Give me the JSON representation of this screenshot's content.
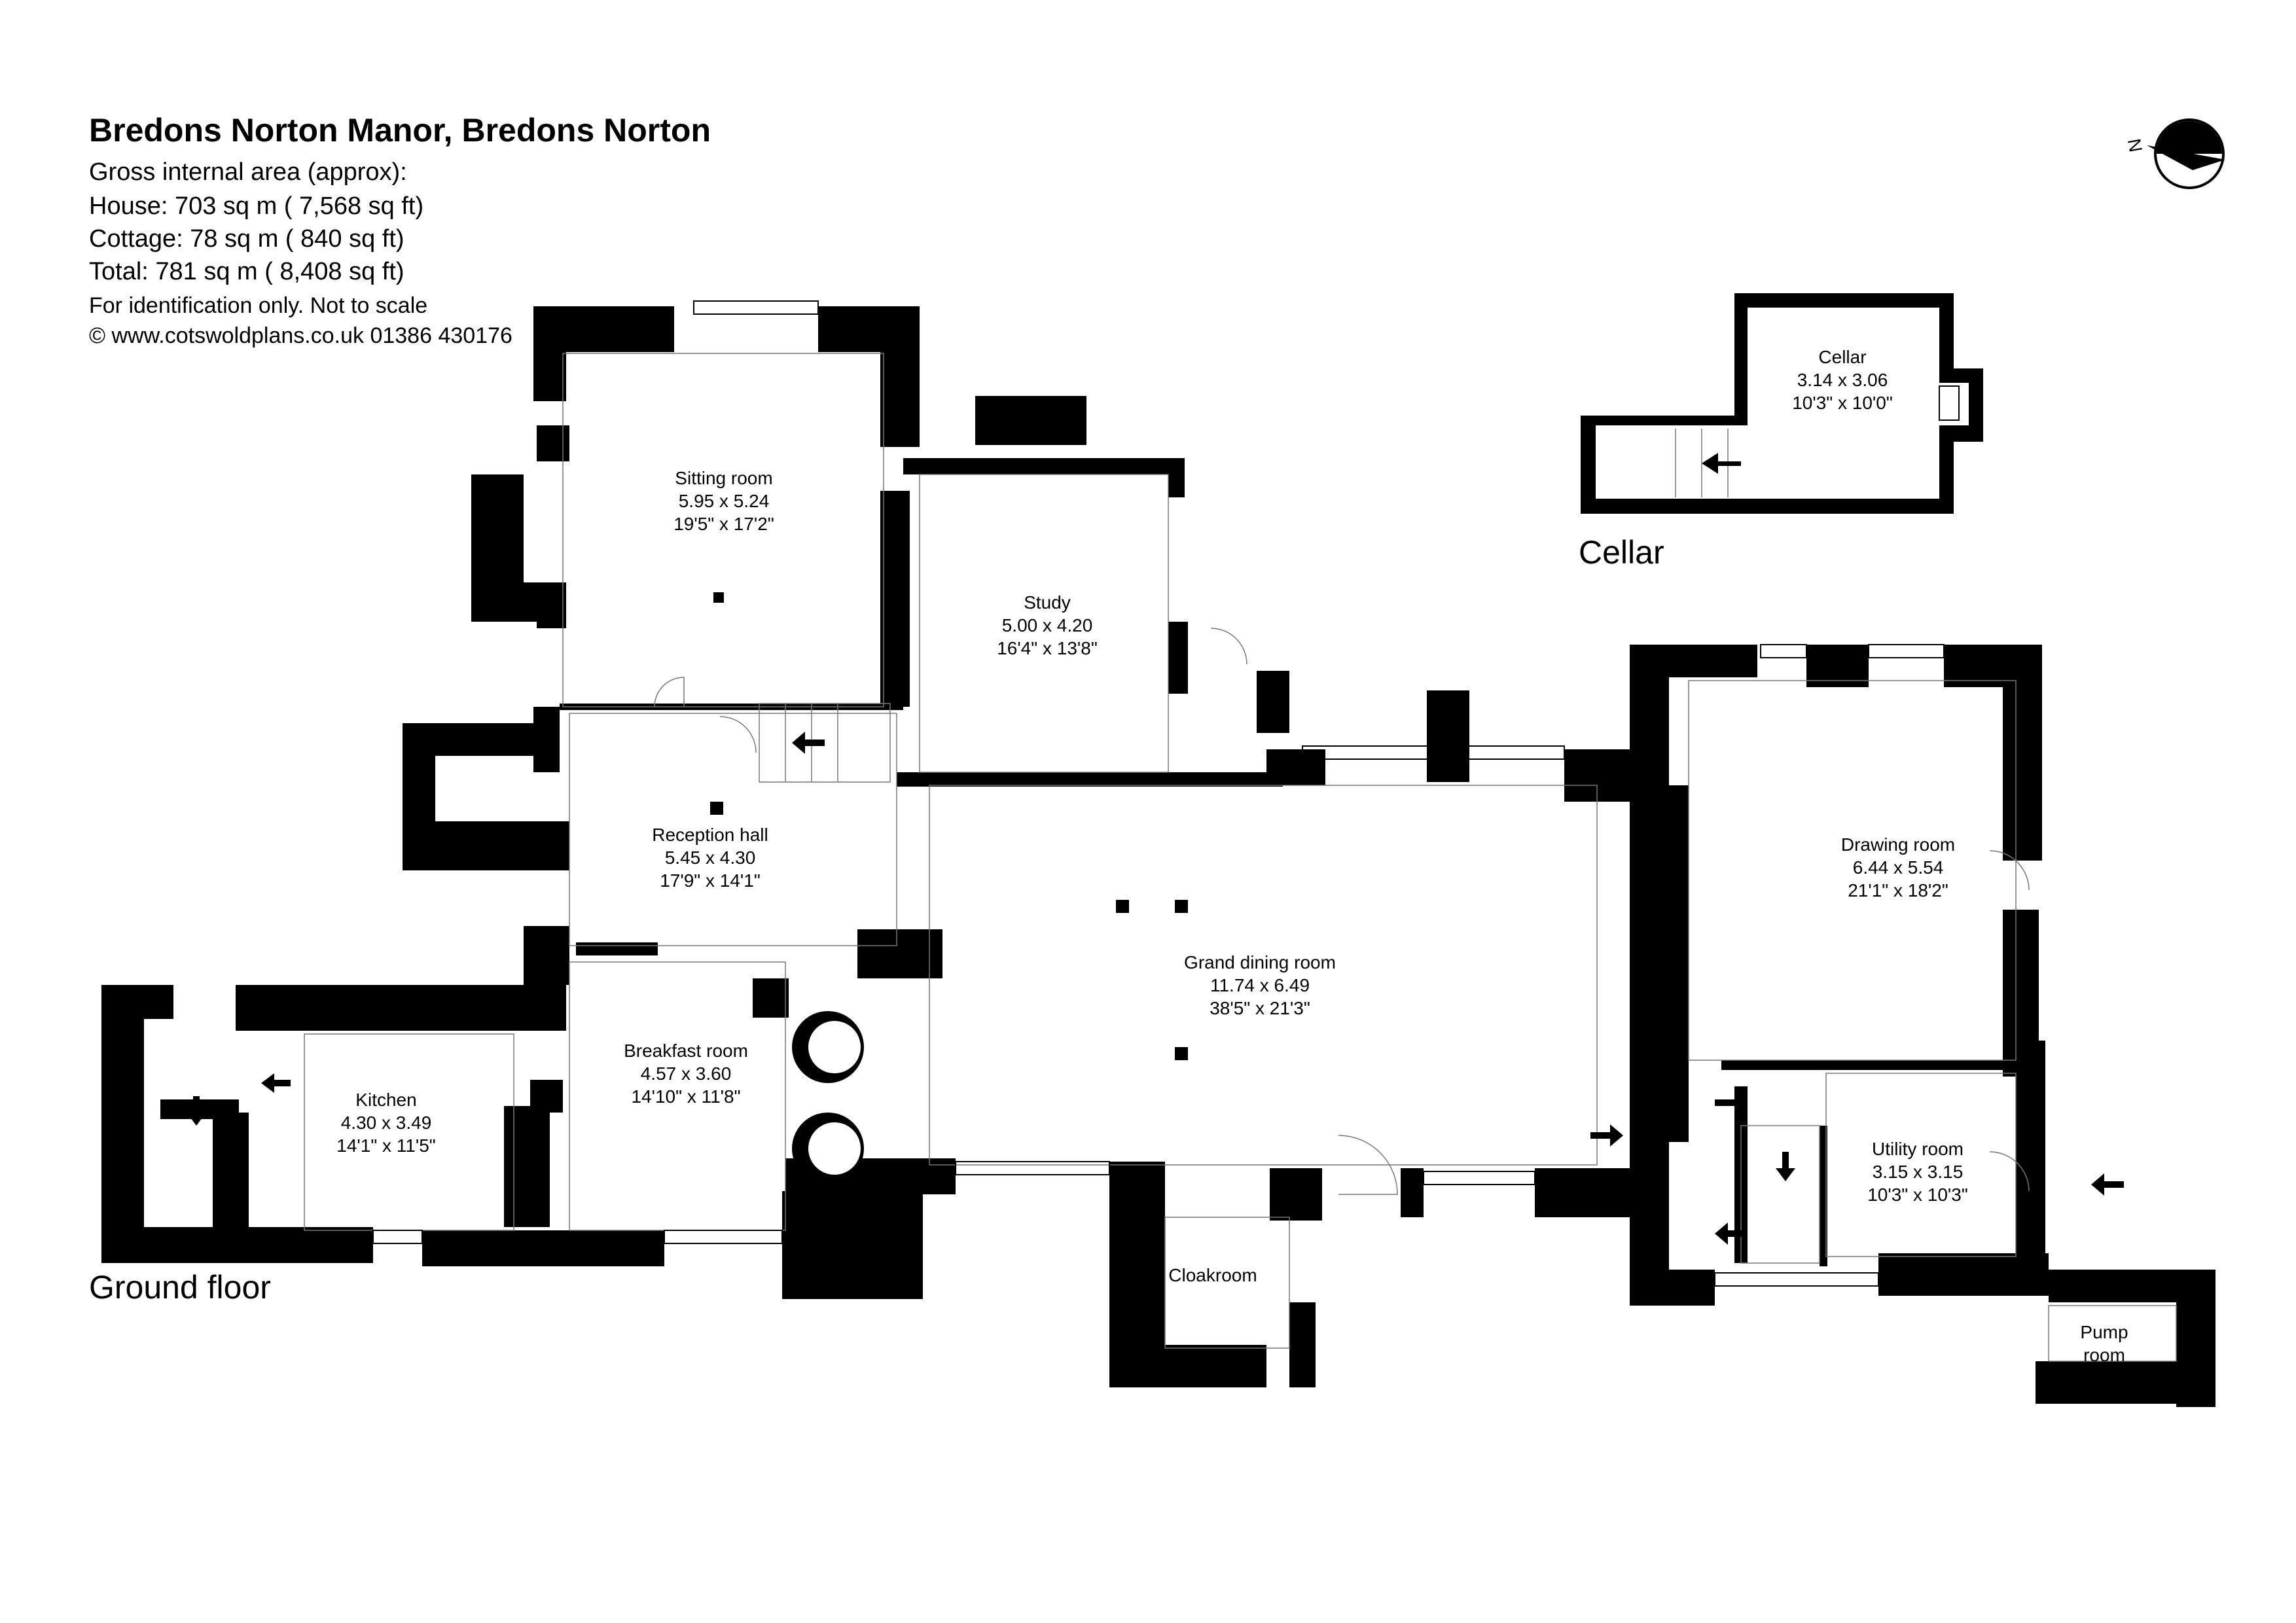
{
  "header": {
    "title": "Bredons Norton Manor, Bredons Norton",
    "area_heading": "Gross internal area (approx):",
    "house_area": "House: 703 sq m ( 7,568 sq ft)",
    "cottage_area": "Cottage: 78 sq m ( 840 sq ft)",
    "total_area": "Total: 781 sq m ( 8,408 sq ft)",
    "disclaimer": "For identification only. Not to scale",
    "copyright": "© www.cotswoldplans.co.uk 01386 430176"
  },
  "sections": {
    "ground_floor": "Ground floor",
    "cellar": "Cellar"
  },
  "compass": {
    "label": "N"
  },
  "rooms": {
    "sitting_room": {
      "name": "Sitting room",
      "metric": "5.95 x 5.24",
      "imperial": "19'5\" x 17'2\""
    },
    "study": {
      "name": "Study",
      "metric": "5.00 x 4.20",
      "imperial": "16'4\" x 13'8\""
    },
    "reception_hall": {
      "name": "Reception hall",
      "metric": "5.45 x 4.30",
      "imperial": "17'9\" x 14'1\""
    },
    "grand_dining_room": {
      "name": "Grand dining room",
      "metric": "11.74 x 6.49",
      "imperial": "38'5\" x 21'3\""
    },
    "drawing_room": {
      "name": "Drawing room",
      "metric": "6.44 x 5.54",
      "imperial": "21'1\" x 18'2\""
    },
    "kitchen": {
      "name": "Kitchen",
      "metric": "4.30 x 3.49",
      "imperial": "14'1\" x 11'5\""
    },
    "breakfast_room": {
      "name": "Breakfast room",
      "metric": "4.57 x 3.60",
      "imperial": "14'10\" x 11'8\""
    },
    "utility_room": {
      "name": "Utility room",
      "metric": "3.15 x 3.15",
      "imperial": "10'3\" x 10'3\""
    },
    "cellar": {
      "name": "Cellar",
      "metric": "3.14 x 3.06",
      "imperial": "10'3\" x 10'0\""
    },
    "cloakroom": {
      "name": "Cloakroom"
    },
    "pump_room": {
      "name_line1": "Pump",
      "name_line2": "room"
    }
  }
}
